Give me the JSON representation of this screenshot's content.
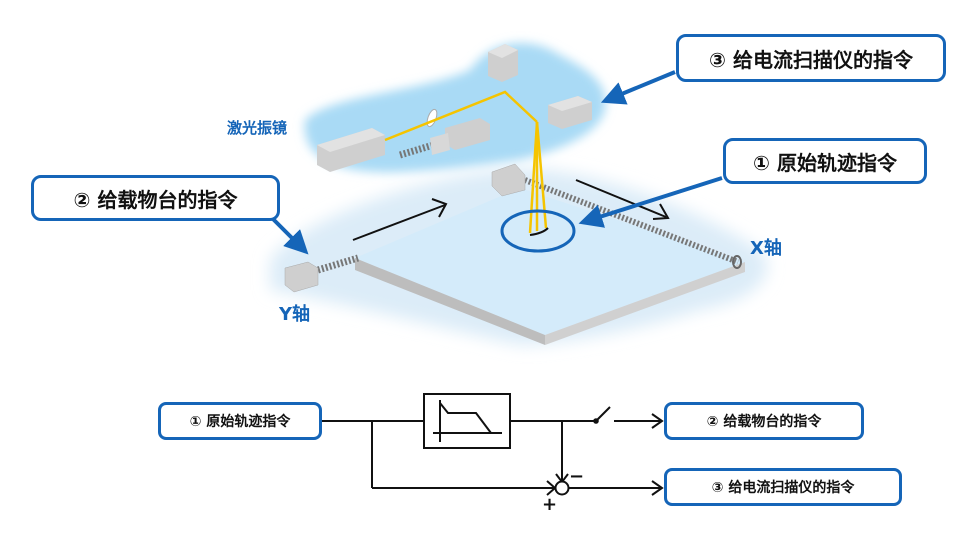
{
  "top_illustration": {
    "galvo_label": "激光振镜",
    "x_axis_label": "X轴",
    "y_axis_label": "Y轴",
    "callouts": {
      "original_trajectory": "① 原始轨迹指令",
      "stage_command": "② 给载物台的指令",
      "galvo_command": "③ 给电流扫描仪的指令"
    },
    "colors": {
      "accent_blue": "#1565b8",
      "laser_yellow": "#f5c400",
      "haze_blue": "#bfe3f7",
      "stage_top": "#d6ecfa",
      "block_gray": "#cfcfcf"
    }
  },
  "block_diagram": {
    "input": "① 原始轨迹指令",
    "output_stage": "② 给载物台的指令",
    "output_galvo": "③ 给电流扫描仪的指令",
    "summing_junction": {
      "plus_sign": "+",
      "minus_sign": "−"
    },
    "filter_block": "low-pass-filter",
    "switch": "switch"
  }
}
